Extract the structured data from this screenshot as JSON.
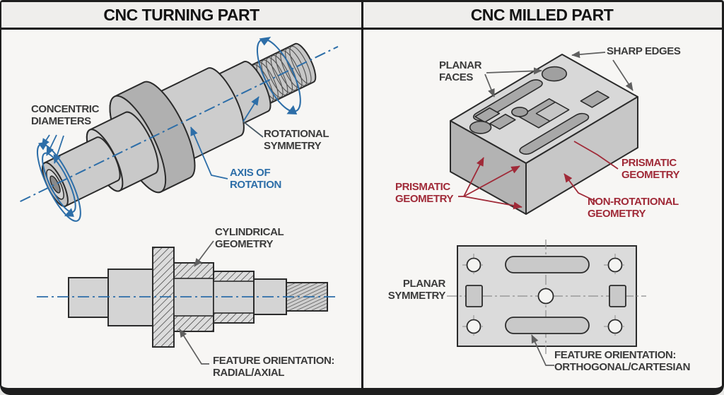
{
  "panels": {
    "turning": {
      "title": "CNC TURNING PART",
      "labels": {
        "concentric": {
          "line1": "CONCENTRIC",
          "line2": "DIAMETERS"
        },
        "rotational_symmetry": {
          "line1": "ROTATIONAL",
          "line2": "SYMMETRY"
        },
        "axis_of_rotation": {
          "line1": "AXIS OF",
          "line2": "ROTATION"
        },
        "cylindrical": {
          "line1": "CYLINDRICAL",
          "line2": "GEOMETRY"
        },
        "feature_orientation": {
          "line1": "FEATURE ORIENTATION:",
          "line2": "RADIAL/AXIAL"
        }
      }
    },
    "milled": {
      "title": "CNC MILLED PART",
      "labels": {
        "planar_faces": {
          "line1": "PLANAR",
          "line2": "FACES"
        },
        "sharp_edges": {
          "line1": "SHARP EDGES"
        },
        "prismatic_left": {
          "line1": "PRISMATIC",
          "line2": "GEOMETRY"
        },
        "prismatic_right": {
          "line1": "PRISMATIC",
          "line2": "GEOMETRY"
        },
        "non_rotational": {
          "line1": "NON-ROTATIONAL",
          "line2": "GEOMETRY"
        },
        "planar_symmetry": {
          "line1": "PLANAR",
          "line2": "SYMMETRY"
        },
        "feature_orientation": {
          "line1": "FEATURE ORIENTATION:",
          "line2": "ORTHOGONAL/CARTESIAN"
        }
      }
    }
  },
  "colors": {
    "annotation_blue": "#2d6ea8",
    "annotation_red": "#a02a38",
    "label_dark": "#3b3b3b",
    "outline": "#2b2b2b",
    "part_light": "#d8d8d8",
    "part_mid": "#c7c7c7",
    "part_dark": "#b0b0b0",
    "background": "#f7f6f4",
    "header_background": "#efeeec"
  }
}
